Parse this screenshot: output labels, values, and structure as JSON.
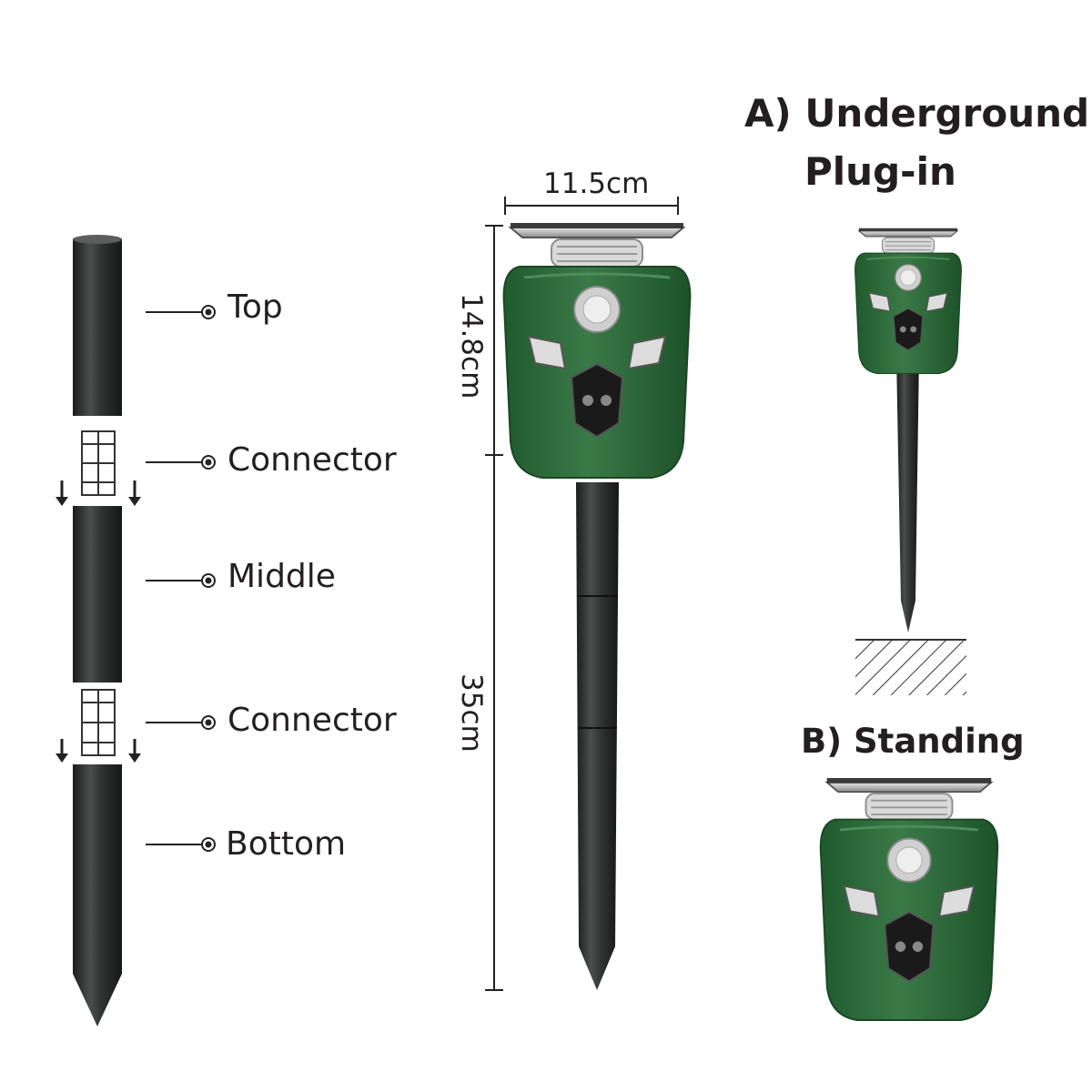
{
  "parts": {
    "top": "Top",
    "connector_1": "Connector",
    "middle": "Middle",
    "connector_2": "Connector",
    "bottom": "Bottom"
  },
  "dimensions": {
    "width": "11.5cm",
    "head_height": "14.8cm",
    "stake_length": "35cm"
  },
  "modes": {
    "a_line1": "A) Underground",
    "a_line2": "Plug-in",
    "b": "B) Standing"
  },
  "colors": {
    "device_green": "#2f6b3c",
    "stake_black": "#2a2d2c",
    "text": "#231f20"
  },
  "icon_names": [
    "target-bullet-icon",
    "down-arrow-icon",
    "solar-panel-icon",
    "motion-sensor-icon",
    "led-light-icon",
    "speaker-icon"
  ]
}
